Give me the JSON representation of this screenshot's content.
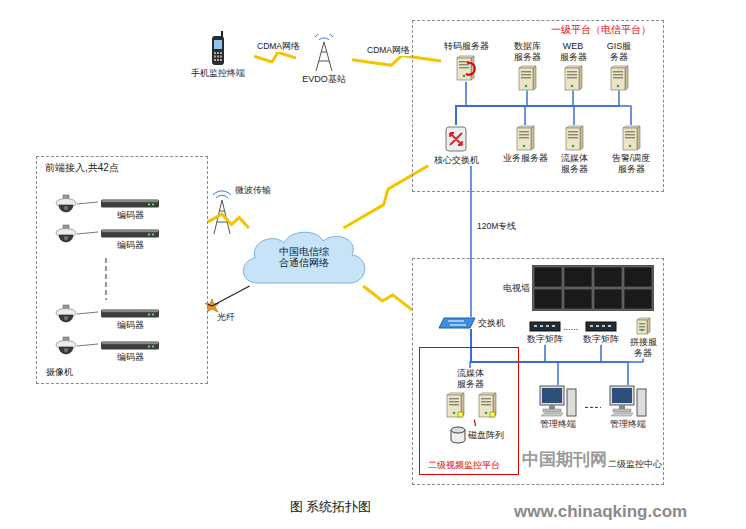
{
  "diagram": {
    "caption": "图 系统拓扑图",
    "nodes": [
      {
        "text": [
          "手机监控终端"
        ]
      },
      {
        "text": [
          "EVDO基站"
        ]
      },
      {
        "text": [
          "一级平台（电信平台）"
        ]
      },
      {
        "text": [
          "转码服务器"
        ],
        "in": 2
      },
      {
        "text": [
          "数据库服务器"
        ],
        "in": 2
      },
      {
        "text": [
          "WEB服务器"
        ],
        "in": 2
      },
      {
        "text": [
          "GIS服务器"
        ],
        "in": 2
      },
      {
        "text": [
          "核心交换机"
        ],
        "in": 2
      },
      {
        "text": [
          "业务服务器"
        ],
        "in": 2
      },
      {
        "text": [
          "流媒体服务器"
        ],
        "in": 2
      },
      {
        "text": [
          "告警/调度服务器"
        ],
        "in": 2
      },
      {
        "text": [
          "前端接入,共42点"
        ]
      },
      {
        "text": [
          "编码器"
        ],
        "in": 11
      },
      {
        "text": [
          "编码器"
        ],
        "in": 11
      },
      {
        "text": [
          "编码器"
        ],
        "in": 11
      },
      {
        "text": [
          "编码器"
        ],
        "in": 11
      },
      {
        "text": [
          "中国电信综合通信网络"
        ]
      },
      {
        "text": [
          "二级监控中心"
        ]
      },
      {
        "text": [
          "电视墙"
        ],
        "in": 17
      },
      {
        "text": [
          "交换机"
        ],
        "in": 17
      },
      {
        "text": [
          "数字矩阵"
        ],
        "in": 17
      },
      {
        "text": [
          "数字矩阵"
        ],
        "in": 17
      },
      {
        "text": [
          "拼接服务器"
        ],
        "in": 17
      },
      {
        "text": [
          "二级视频监控平台"
        ],
        "in": 17
      },
      {
        "text": [
          "流媒体服务器"
        ],
        "in": 23
      },
      {
        "text": [
          "磁盘阵列"
        ],
        "in": 23
      },
      {
        "text": [
          "管理终端"
        ],
        "in": 17
      },
      {
        "text": [
          "管理终端"
        ],
        "in": 17
      }
    ],
    "edges": [
      {
        "from": 0,
        "to": 1,
        "label": "CDMA网络",
        "arrow": "none"
      },
      {
        "from": 1,
        "to": 3,
        "label": "CDMA网络",
        "arrow": "none"
      },
      {
        "from": 7,
        "to": 3,
        "arrow": "none"
      },
      {
        "from": 7,
        "to": 4,
        "arrow": "none"
      },
      {
        "from": 7,
        "to": 5,
        "arrow": "none"
      },
      {
        "from": 7,
        "to": 6,
        "arrow": "none"
      },
      {
        "from": 7,
        "to": 8,
        "arrow": "none"
      },
      {
        "from": 7,
        "to": 9,
        "arrow": "none"
      },
      {
        "from": 7,
        "to": 10,
        "arrow": "none"
      },
      {
        "from": 7,
        "to": 16,
        "arrow": "none"
      },
      {
        "from": 7,
        "to": 19,
        "label": "120M专线",
        "arrow": "none"
      },
      {
        "from": 11,
        "to": 16,
        "label": "微波传输",
        "arrow": "none"
      },
      {
        "from": 11,
        "to": 16,
        "label": "光纤",
        "arrow": "none"
      },
      {
        "from": 16,
        "to": 17,
        "arrow": "none"
      },
      {
        "from": 19,
        "to": 20,
        "arrow": "none"
      },
      {
        "from": 19,
        "to": 21,
        "arrow": "none"
      },
      {
        "from": 19,
        "to": 22,
        "arrow": "none"
      },
      {
        "from": 19,
        "to": 24,
        "arrow": "none"
      },
      {
        "from": 19,
        "to": 26,
        "arrow": "none"
      },
      {
        "from": 19,
        "to": 27,
        "arrow": "none"
      },
      {
        "from": 24,
        "to": 25,
        "arrow": "none"
      },
      {
        "from": 26,
        "to": 27,
        "arrow": "none"
      }
    ],
    "labels": [
      "摄像机",
      "......",
      "中国期刊网",
      "www.chinaqking.com"
    ]
  }
}
